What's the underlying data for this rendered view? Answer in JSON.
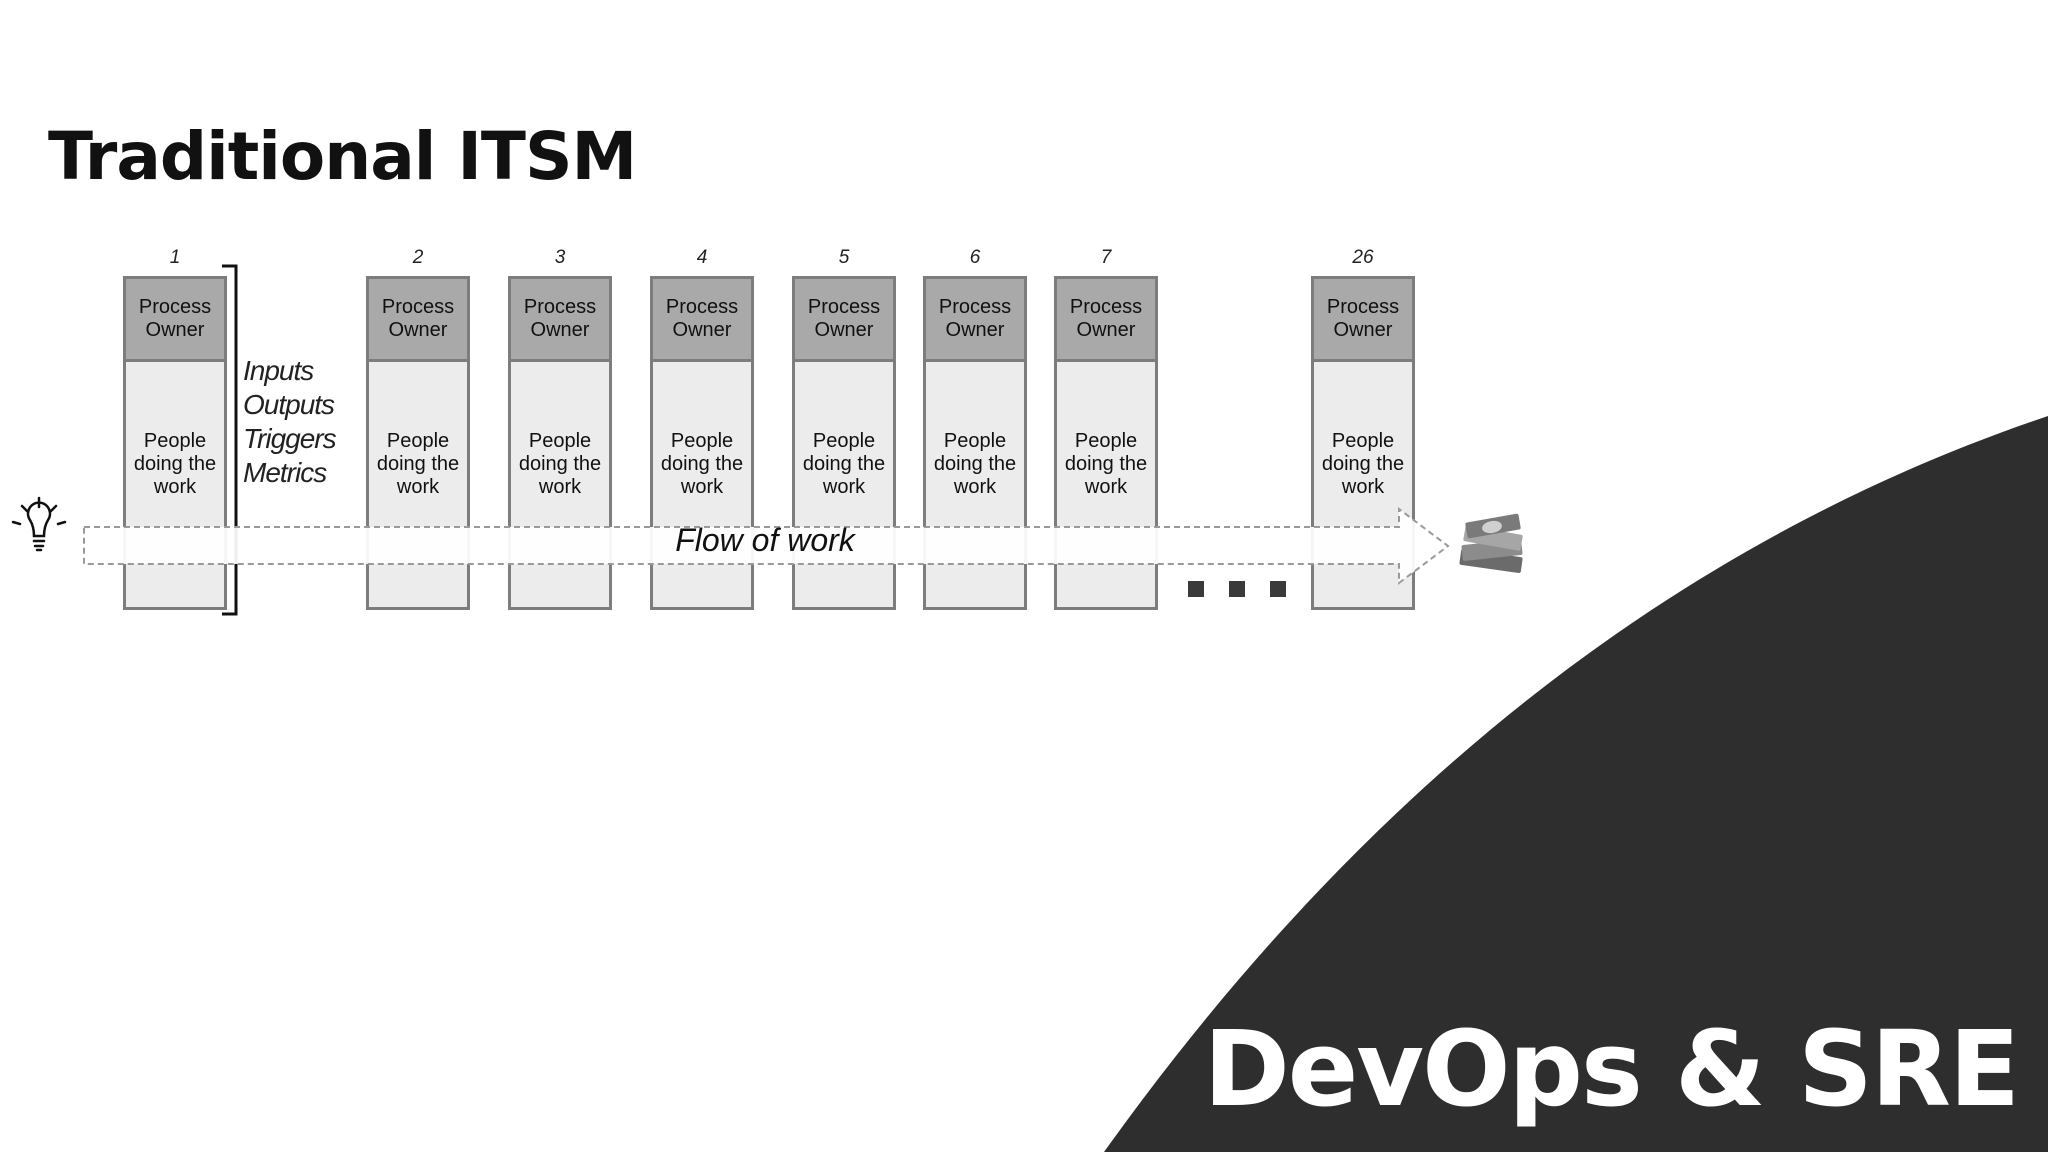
{
  "title": "Traditional ITSM",
  "brand": "DevOps & SRE",
  "colors": {
    "owner_fill": "#a9a9a9",
    "body_fill": "#ececec",
    "border": "#7d7d7d",
    "dark_shape": "#2e2e2e"
  },
  "columns": [
    {
      "number": "1",
      "owner": "Process Owner",
      "body": "People doing the work"
    },
    {
      "number": "2",
      "owner": "Process Owner",
      "body": "People doing the work"
    },
    {
      "number": "3",
      "owner": "Process Owner",
      "body": "People doing the work"
    },
    {
      "number": "4",
      "owner": "Process Owner",
      "body": "People doing the work"
    },
    {
      "number": "5",
      "owner": "Process Owner",
      "body": "People doing the work"
    },
    {
      "number": "6",
      "owner": "Process Owner",
      "body": "People doing the work"
    },
    {
      "number": "7",
      "owner": "Process Owner",
      "body": "People doing the work"
    },
    {
      "number": "26",
      "owner": "Process Owner",
      "body": "People doing the work"
    }
  ],
  "interface_labels": [
    "Inputs",
    "Outputs",
    "Triggers",
    "Metrics"
  ],
  "flow_label": "Flow of work",
  "icons": {
    "start": "lightbulb-icon",
    "end": "money-stack-icon",
    "gap": "ellipsis-squares"
  }
}
